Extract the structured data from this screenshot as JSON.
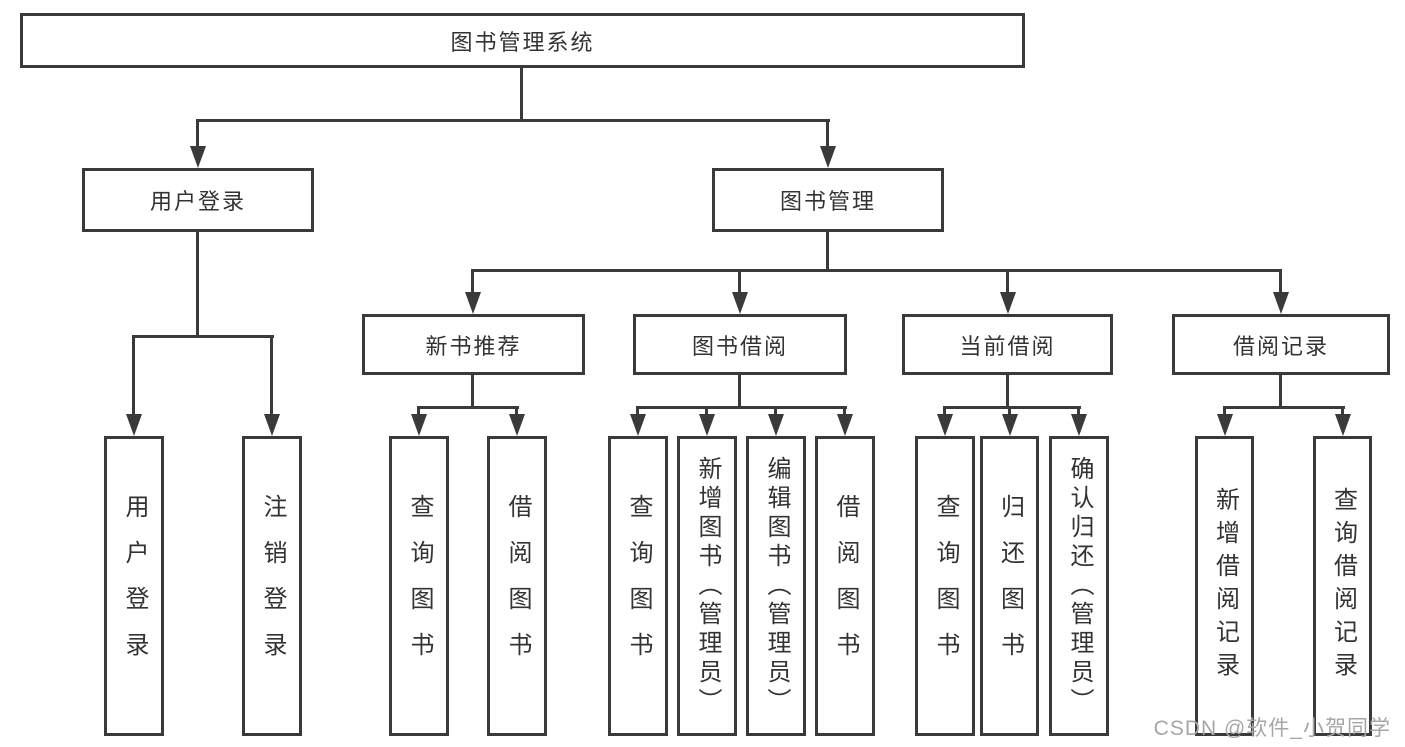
{
  "diagram": {
    "root": {
      "label": "图书管理系统"
    },
    "branches": [
      {
        "label": "用户登录",
        "children": [
          {
            "label": "用户登录"
          },
          {
            "label": "注销登录"
          }
        ]
      },
      {
        "label": "图书管理",
        "children": [
          {
            "label": "新书推荐",
            "children": [
              {
                "label": "查询图书"
              },
              {
                "label": "借阅图书"
              }
            ]
          },
          {
            "label": "图书借阅",
            "children": [
              {
                "label": "查询图书"
              },
              {
                "label": "新增图书（管理员）"
              },
              {
                "label": "编辑图书（管理员）"
              },
              {
                "label": "借阅图书"
              }
            ]
          },
          {
            "label": "当前借阅",
            "children": [
              {
                "label": "查询图书"
              },
              {
                "label": "归还图书"
              },
              {
                "label": "确认归还（管理员）"
              }
            ]
          },
          {
            "label": "借阅记录",
            "children": [
              {
                "label": "新增借阅记录"
              },
              {
                "label": "查询借阅记录"
              }
            ]
          }
        ]
      }
    ],
    "watermark": "CSDN @软件_小贺同学",
    "colors": {
      "line": "#3a3a3a",
      "text": "#333333",
      "watermark": "#a6a6a6",
      "background": "#ffffff"
    }
  }
}
